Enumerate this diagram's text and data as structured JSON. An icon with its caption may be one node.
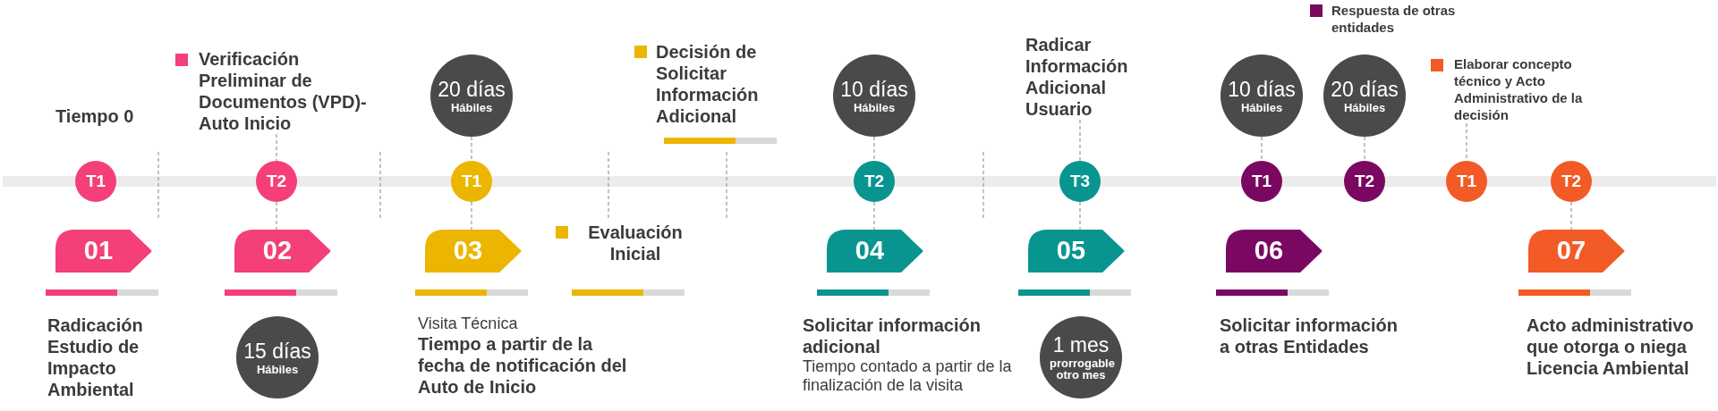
{
  "diagram": {
    "nodes": [
      {
        "text": [
          "T1"
        ],
        "beside": [
          "Tiempo 0"
        ]
      },
      {
        "text": [
          "T2"
        ]
      },
      {
        "text": [
          "T1"
        ]
      },
      {
        "text": [
          "T2"
        ]
      },
      {
        "text": [
          "T3"
        ]
      },
      {
        "text": [
          "T1"
        ]
      },
      {
        "text": [
          "T2"
        ]
      },
      {
        "text": [
          "T1"
        ]
      },
      {
        "text": [
          "T2"
        ]
      },
      {
        "text": [
          "01"
        ],
        "beside": [
          "Radicación Estudio de Impacto Ambiental"
        ]
      },
      {
        "text": [
          "02"
        ]
      },
      {
        "text": [
          "03"
        ],
        "beside": [
          "Visita Técnica",
          "Tiempo a partir de la fecha de notificación del Auto de Inicio"
        ]
      },
      {
        "text": [
          "04"
        ],
        "beside": [
          "Solicitar información adicional",
          "Tiempo contado a partir de la finalización de la visita"
        ]
      },
      {
        "text": [
          "05"
        ]
      },
      {
        "text": [
          "06"
        ],
        "beside": [
          "Solicitar información a otras Entidades"
        ]
      },
      {
        "text": [
          "07"
        ],
        "beside": [
          "Acto administrativo que otorga o niega Licencia Ambiental"
        ]
      },
      {
        "text": [
          "15 días",
          "Hábiles"
        ]
      },
      {
        "text": [
          "20 días",
          "Hábiles"
        ]
      },
      {
        "text": [
          "10 días",
          "Hábiles"
        ]
      },
      {
        "text": [
          "1 mes",
          "prorrogable otro mes"
        ]
      },
      {
        "text": [
          "10 días",
          "Hábiles"
        ]
      },
      {
        "text": [
          "20 días",
          "Hábiles"
        ]
      },
      {
        "text": [
          "Verificación Preliminar de Documentos (VPD)-Auto Inicio"
        ]
      },
      {
        "text": [
          "Radicar Información Adicional Usuario"
        ]
      },
      {
        "text": [
          "Elaborar concepto técnico y Acto Administrativo de la decisión"
        ]
      }
    ],
    "edges": [
      {
        "from": 22,
        "to": 1,
        "arrow": "none",
        "style": "dashed"
      },
      {
        "from": 1,
        "to": 10,
        "arrow": "none",
        "style": "dashed"
      },
      {
        "from": 17,
        "to": 2,
        "arrow": "none",
        "style": "dashed"
      },
      {
        "from": 2,
        "to": 11,
        "arrow": "none",
        "style": "dashed"
      },
      {
        "from": 18,
        "to": 3,
        "arrow": "none",
        "style": "dashed"
      },
      {
        "from": 3,
        "to": 12,
        "arrow": "none",
        "style": "dashed"
      },
      {
        "from": 23,
        "to": 4,
        "arrow": "none",
        "style": "dashed"
      },
      {
        "from": 4,
        "to": 13,
        "arrow": "none",
        "style": "dashed"
      },
      {
        "from": 20,
        "to": 5,
        "arrow": "none",
        "style": "dashed"
      },
      {
        "from": 21,
        "to": 6,
        "arrow": "none",
        "style": "dashed"
      },
      {
        "from": 24,
        "to": 7,
        "arrow": "none",
        "style": "dashed"
      },
      {
        "from": 8,
        "to": 15,
        "arrow": "none",
        "style": "dashed"
      }
    ],
    "labels": [
      "Evaluación Inicial",
      "Decisión de Solicitar Información Adicional",
      "Respuesta de otras entidades"
    ]
  }
}
